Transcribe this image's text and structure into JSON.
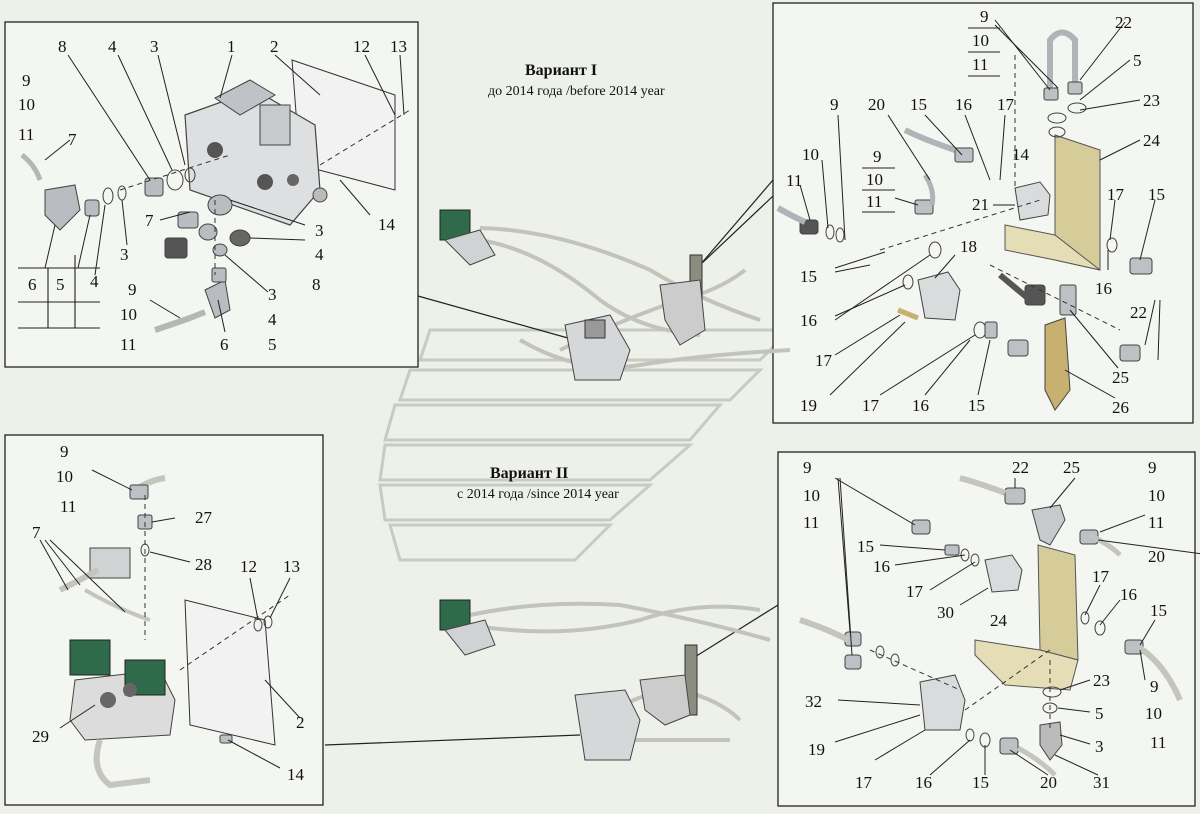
{
  "variant1": {
    "title": "Вариант I",
    "subtitle": "до 2014 года /before 2014 year"
  },
  "variant2": {
    "title": "Вариант II",
    "subtitle": "с 2014 года /since 2014 year"
  },
  "panel_tl": {
    "labels": [
      "8",
      "4",
      "3",
      "1",
      "2",
      "12",
      "13",
      "9",
      "10",
      "11",
      "7",
      "7",
      "3",
      "3",
      "4",
      "3",
      "4",
      "8",
      "14",
      "6",
      "5",
      "4",
      "9",
      "10",
      "11",
      "6",
      "5"
    ]
  },
  "panel_tr": {
    "labels": [
      "9",
      "10",
      "11",
      "22",
      "5",
      "23",
      "24",
      "9",
      "20",
      "15",
      "16",
      "17",
      "14",
      "9",
      "10",
      "11",
      "10",
      "11",
      "21",
      "17",
      "15",
      "18",
      "15",
      "16",
      "22",
      "16",
      "17",
      "19",
      "17",
      "16",
      "15",
      "25",
      "26"
    ]
  },
  "panel_bl": {
    "labels": [
      "9",
      "10",
      "11",
      "27",
      "7",
      "28",
      "12",
      "13",
      "29",
      "2",
      "14"
    ]
  },
  "panel_br": {
    "labels": [
      "9",
      "10",
      "11",
      "22",
      "25",
      "9",
      "10",
      "11",
      "20",
      "15",
      "16",
      "17",
      "30",
      "24",
      "17",
      "16",
      "15",
      "32",
      "19",
      "23",
      "5",
      "3",
      "9",
      "10",
      "11",
      "17",
      "16",
      "15",
      "20",
      "31"
    ]
  },
  "colors": {
    "background": "#eef1ea",
    "panel_border": "#222222",
    "part_metal": "#c9ccd0",
    "part_dark": "#4a4d52",
    "bracket": "#d6cc9a",
    "coil_green": "#2f6b4a"
  }
}
